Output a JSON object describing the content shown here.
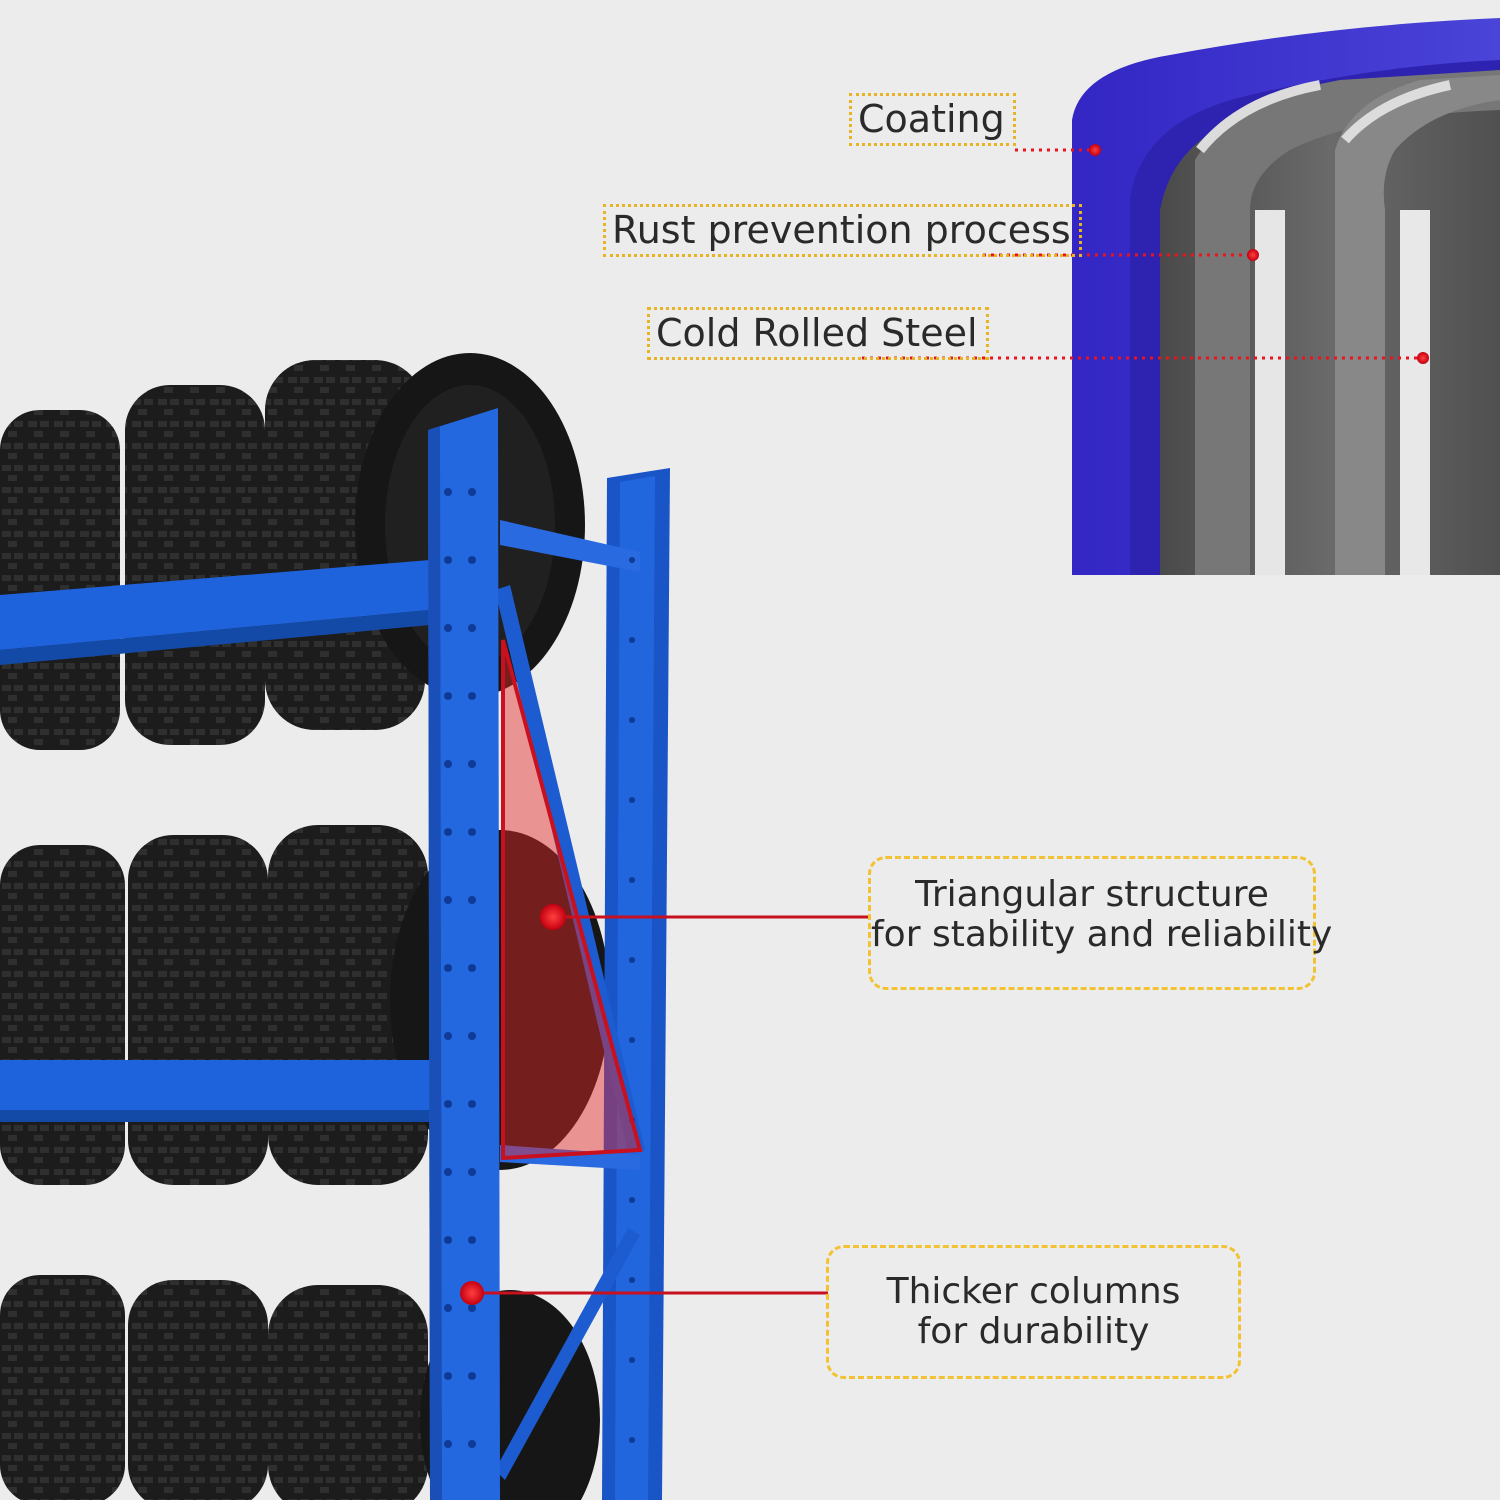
{
  "callouts": {
    "coating": "Coating",
    "rust": "Rust prevention process",
    "steel": "Cold Rolled Steel",
    "triangle_line1": "Triangular structure",
    "triangle_line2": "for stability and reliability",
    "columns_line1": "Thicker columns",
    "columns_line2": "for durability"
  },
  "colors": {
    "background": "#ececec",
    "frame_blue": "#1d5fd6",
    "coating_blue": "#3a33c8",
    "steel_gray": "#5b5b5b",
    "tire_black": "#1b1b1b",
    "marker_red": "#e8141e",
    "callout_border": "#f2c232"
  }
}
